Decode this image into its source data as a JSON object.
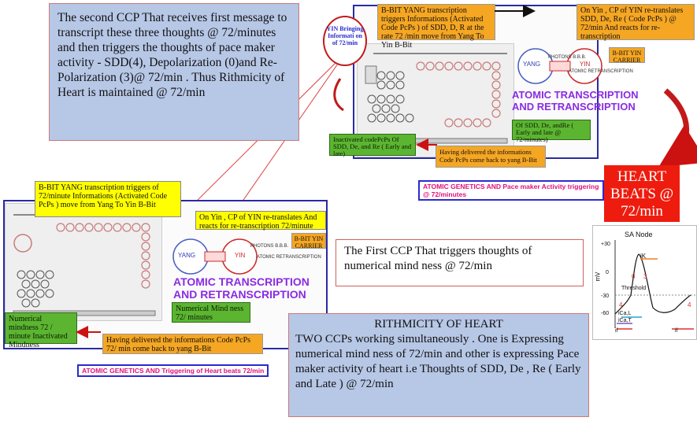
{
  "second_ccp_text": "The second CCP That receives first message to transcript these three thoughts @ 72/minutes and then triggers the thoughts of pace maker activity - SDD(4), Depolarization (0)and Re-Polarization (3)@ 72/min . Thus Rithmicity of Heart is maintained @ 72/min",
  "top_panel": {
    "yin_bubble": "YIN Bringing Informati on of 72/min",
    "yang_note": "B-BIT YANG transcription triggers Informations (Activated Code PcPs ) of SDD, D, R at the rate 72 /min move from Yang To Yin B-Bit",
    "yin_note": "On Yin , CP of YIN re-translates SDD, De, Re ( Code PcPs ) @ 72/min And reacts for re-transcription",
    "yin_carrier": "B-BIT YIN CARRIER",
    "photons": "PHOTONS B.B.B.",
    "atomic_retrans": "ATOMIC RETRANSCRIPTION",
    "yang_label": "YANG",
    "yin_label": "YIN",
    "atomic_title_1": "ATOMIC TRANSCRIPTION",
    "atomic_title_2": "AND RETRANSCRIPTION",
    "green_right": "Of SDD, De, andRe ( Early and late @ 72/minutes)",
    "green_left": "Inactivated codePcPs Of SDD, De, and Re ( Early and late)",
    "delivered": "Having delivered the informations Code PcPs come back to yang B-Bit",
    "tag": "ATOMIC GENETICS AND Pace maker Activity triggering @ 72/minutes"
  },
  "heart_beats": "HEART BEATS @ 72/min",
  "sa_node": {
    "title": "SA Node",
    "y_label": "mV",
    "ticks": [
      "+30",
      "0",
      "-30",
      "-60"
    ],
    "threshold": "Threshold",
    "phases": [
      "0",
      "3",
      "4",
      "4"
    ],
    "currents": [
      "iK",
      "iCa,L",
      "iCa,T",
      "if",
      "if"
    ]
  },
  "bottom_panel": {
    "yang_note": "B-BIT YANG transcription triggers of 72/minute Informations (Activated Code PcPs ) move from Yang To Yin B-Bit",
    "yin_note": "On Yin , CP of YIN re-translates And reacts for re-transcription 72/minute",
    "yin_carrier": "B-BIT YIN CARRIER",
    "photons": "PHOTONS B.B.B.",
    "atomic_retrans": "ATOMIC RETRANSCRIPTION",
    "yang_label": "YANG",
    "yin_label": "YIN",
    "atomic_title_1": "ATOMIC TRANSCRIPTION",
    "atomic_title_2": "AND RETRANSCRIPTION",
    "green_right": "Numerical Mind ness 72/ minutes",
    "green_left": "Numerical mindness 72 / minute Inactivated Mindness",
    "delivered": "Having delivered the informations Code PcPs 72/ min come back to yang B-Bit",
    "tag": "ATOMIC GENETICS AND Triggering of Heart beats 72/min"
  },
  "first_ccp_text": "The First CCP That triggers thoughts of numerical mind ness @ 72/min",
  "rithmicity": {
    "title": "RITHMICITY OF HEART",
    "body": "TWO CCPs working simultaneously . One is Expressing numerical mind ness of 72/min and other is expressing Pace maker activity of heart i.e Thoughts of SDD, De , Re ( Early and Late ) @ 72/min"
  },
  "colors": {
    "blue_box": "#b7c7e6",
    "yellow": "#ffff00",
    "orange": "#f5a623",
    "green": "#5cb531",
    "red": "#ee1c0e",
    "purple": "#8a2be2"
  }
}
